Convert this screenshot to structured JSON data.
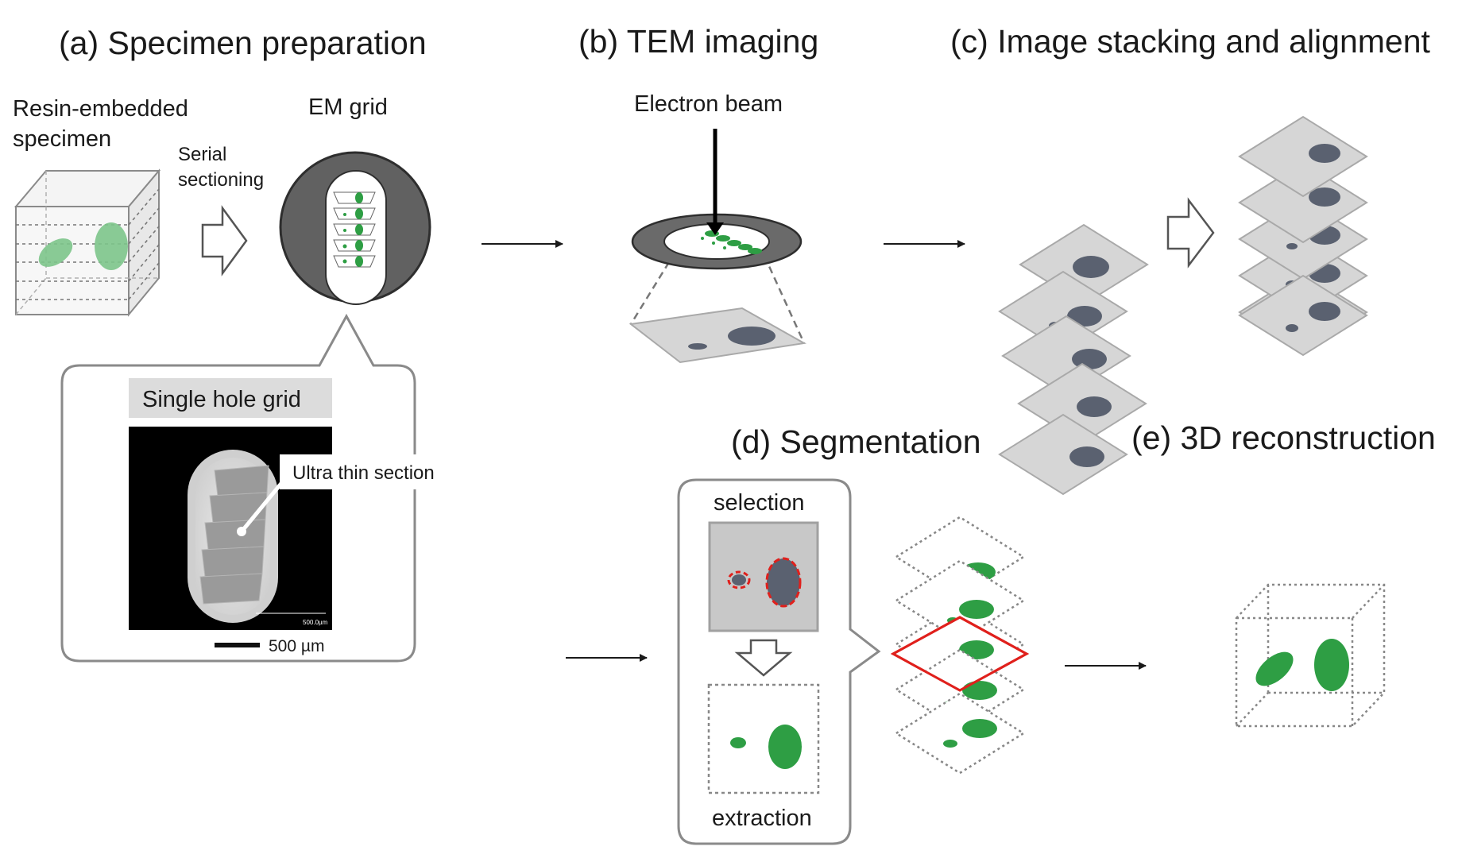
{
  "panels": {
    "a": {
      "title": "(a) Specimen preparation",
      "resin_label_line1": "Resin-embedded",
      "resin_label_line2": "specimen",
      "arrow_label_line1": "Serial",
      "arrow_label_line2": "sectioning",
      "grid_label": "EM grid",
      "callout_title": "Single hole grid",
      "callout_annotation": "Ultra thin section",
      "scalebar_label": "500 µm",
      "micrograph_scale_text": "500.0µm"
    },
    "b": {
      "title": "(b) TEM imaging",
      "beam_label": "Electron beam"
    },
    "c": {
      "title": "(c) Image stacking and alignment"
    },
    "d": {
      "title": "(d) Segmentation",
      "selection_label": "selection",
      "extraction_label": "extraction"
    },
    "e": {
      "title": "(e) 3D reconstruction"
    }
  },
  "colors": {
    "green": "#2e9e44",
    "green_light": "#7cc48a",
    "slate": "#5a6170",
    "sheet": "#d6d6d6",
    "sheet_edge": "#a9a9a9",
    "grid_ring": "#616161",
    "highlight": "#e0201c"
  }
}
